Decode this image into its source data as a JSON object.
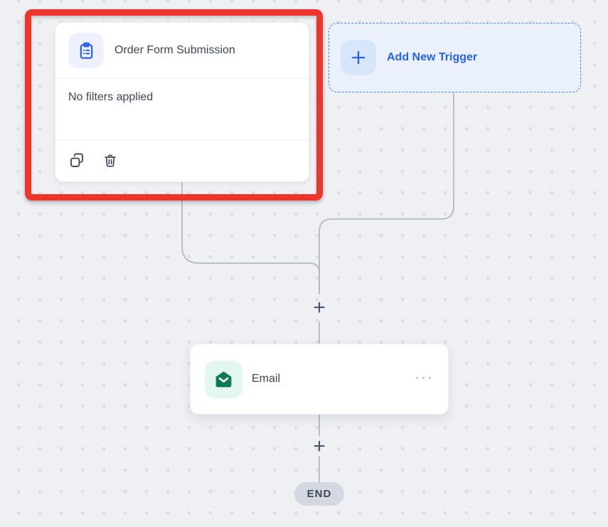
{
  "canvas": {
    "background_color": "#eef0f4",
    "dot_color": "#dcdfe4",
    "connector_color": "#b3b9c3"
  },
  "trigger_card": {
    "title": "Order Form Submission",
    "body_text": "No filters applied",
    "icon": "clipboard-list-icon",
    "icon_color": "#2f62f0",
    "selected": true,
    "selection_color": "#ee352b",
    "actions": [
      {
        "name": "duplicate",
        "icon": "copy-icon"
      },
      {
        "name": "delete",
        "icon": "trash-icon"
      }
    ]
  },
  "add_new_trigger": {
    "label": "Add New Trigger",
    "icon": "plus-icon",
    "accent_color": "#2563eb"
  },
  "connectors": {
    "add_step_label": "+"
  },
  "email_card": {
    "title": "Email",
    "icon": "email-open-envelope-icon",
    "icon_color": "#0d7a55",
    "menu_glyph": "···"
  },
  "end_node": {
    "label": "END",
    "background_color": "#d4d9e1"
  }
}
